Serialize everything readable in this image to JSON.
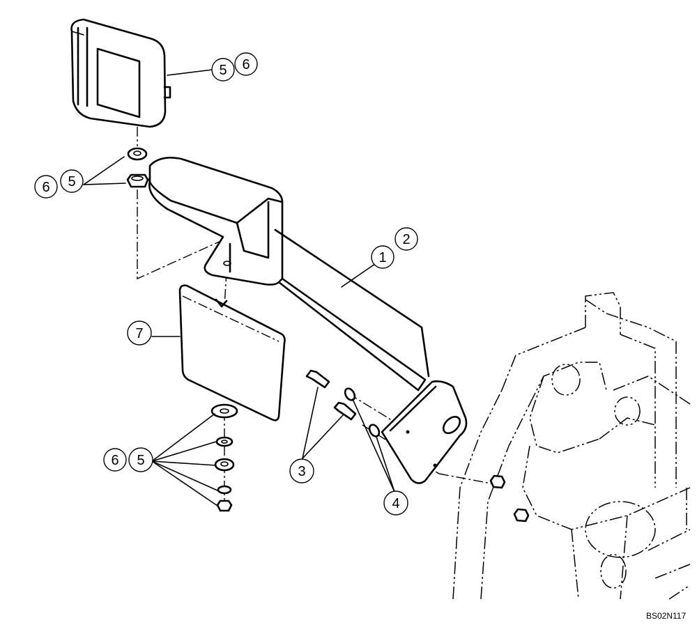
{
  "callouts": {
    "lamp_a": "5",
    "lamp_b": "6",
    "top_hw_a": "6",
    "top_hw_b": "5",
    "bracket_a": "1",
    "bracket_b": "2",
    "flap": "7",
    "bottom_hw_a": "6",
    "bottom_hw_b": "5",
    "bolts": "3",
    "washers": "4"
  },
  "drawing_code": "BS02N117"
}
